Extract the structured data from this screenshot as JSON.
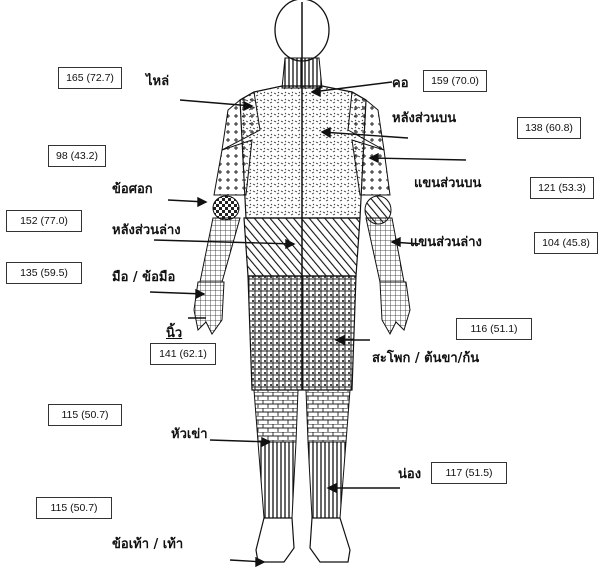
{
  "parts": {
    "shoulder": {
      "label": "ไหล่",
      "value": "165 (72.7)"
    },
    "neck": {
      "label": "คอ",
      "value": "159 (70.0)"
    },
    "upper_back": {
      "label": "หลังส่วนบน",
      "value": "138 (60.8)"
    },
    "elbow": {
      "label": "ข้อศอก",
      "value": "98 (43.2)"
    },
    "upper_arm": {
      "label": "แขนส่วนบน",
      "value": "121 (53.3)"
    },
    "lower_back": {
      "label": "หลังส่วนล่าง",
      "value": "152 (77.0)"
    },
    "forearm": {
      "label": "แขนส่วนล่าง",
      "value": "104 (45.8)"
    },
    "wrist": {
      "label": "มือ / ข้อมือ",
      "value": "135 (59.5)"
    },
    "hip": {
      "label": "สะโพก / ต้นขา/ก้น",
      "value": "116 (51.1)"
    },
    "finger": {
      "label": "นิ้ว",
      "value": "141 (62.1)"
    },
    "knee": {
      "label": "หัวเข่า",
      "value": "115 (50.7)"
    },
    "calf": {
      "label": "น่อง",
      "value": "117 (51.5)"
    },
    "ankle": {
      "label": "ข้อเท้า / เท้า",
      "value": "115 (50.7)"
    }
  },
  "colors": {
    "ink": "#1a1a1a",
    "paper": "#ffffff",
    "shade": "#555555"
  }
}
